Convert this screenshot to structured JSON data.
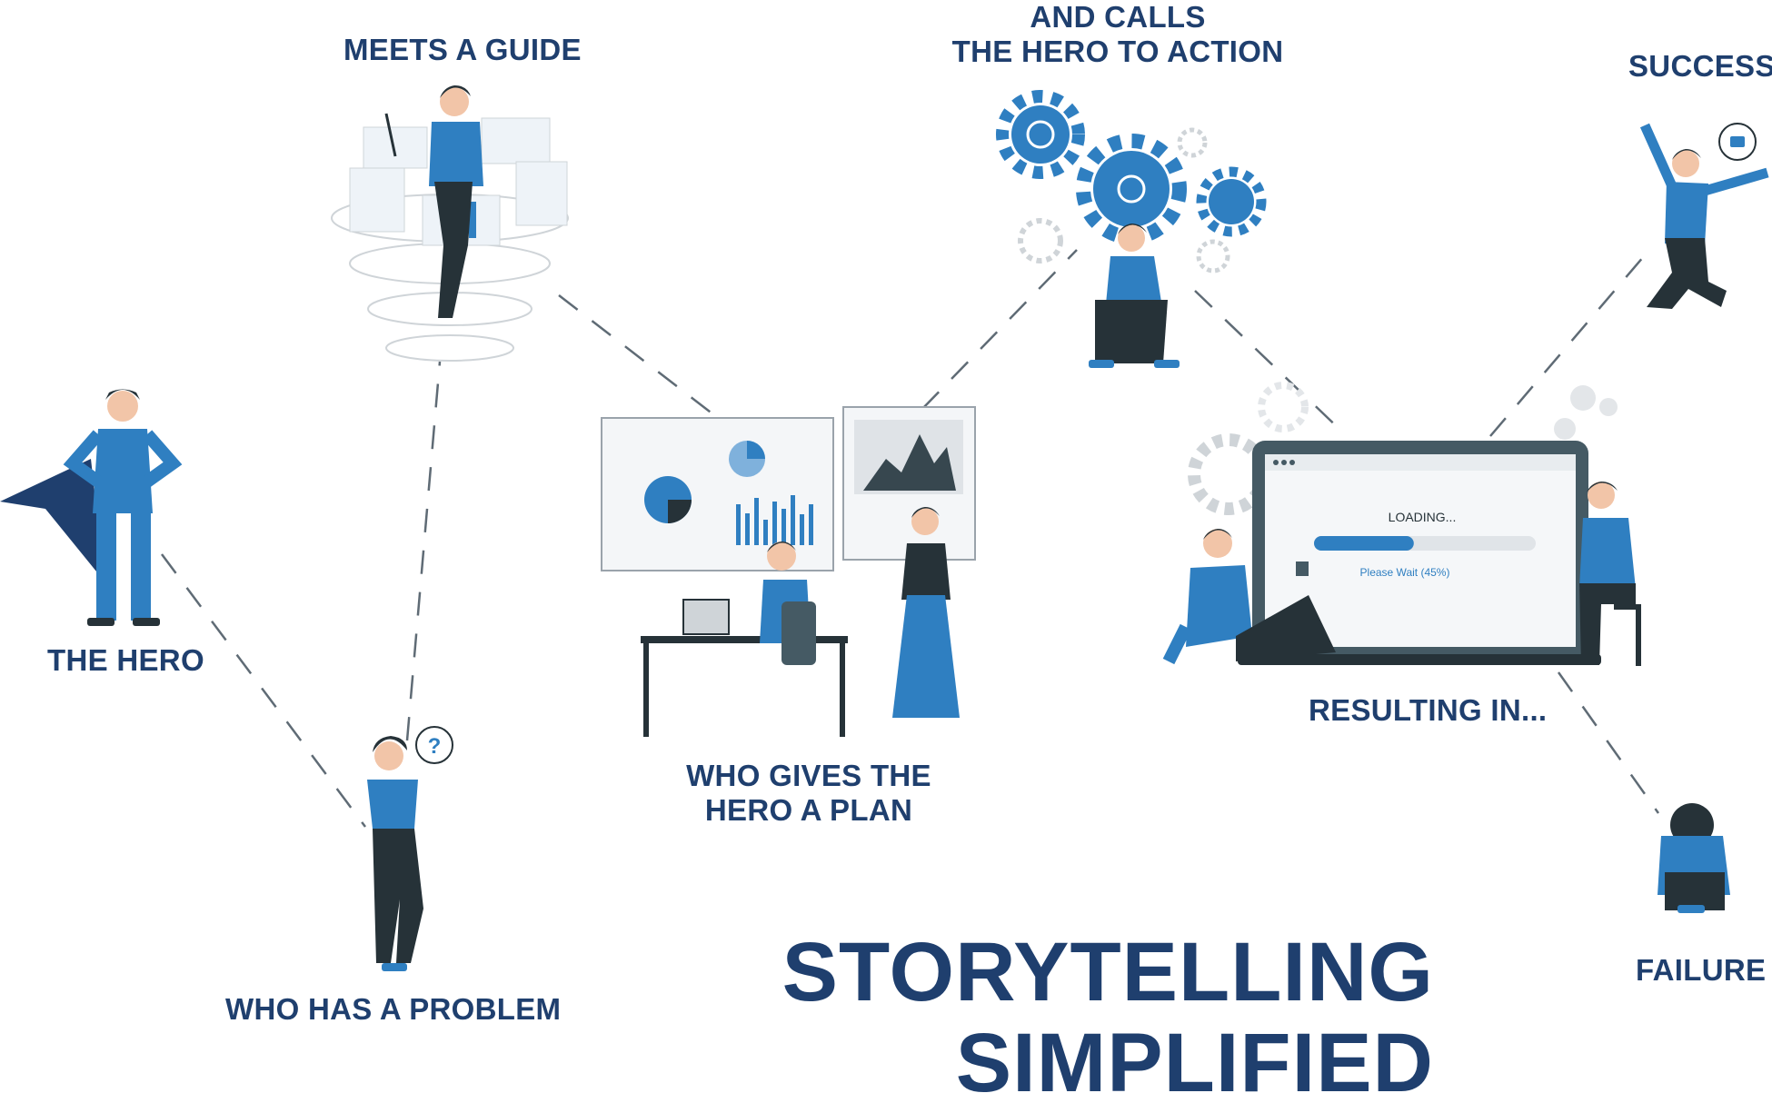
{
  "colors": {
    "navy": "#1f3f6e",
    "blue": "#2f7fc1",
    "dark": "#263238",
    "gray": "#cfd4d8",
    "panel": "#eef3f8",
    "line": "#5f6b75"
  },
  "labels": {
    "hero": "THE HERO",
    "problem": "WHO HAS A PROBLEM",
    "guide": "MEETS A GUIDE",
    "plan_1": "WHO GIVES THE",
    "plan_2": "HERO A PLAN",
    "action_1": "AND CALLS",
    "action_2": "THE HERO TO ACTION",
    "resulting": "RESULTING IN...",
    "success": "SUCCESS",
    "failure": "FAILURE"
  },
  "title": {
    "line1": "STORYTELLING",
    "line2": "SIMPLIFIED"
  },
  "loading_screen": {
    "heading": "LOADING...",
    "subtext": "Please Wait (45%)",
    "progress_percent": 45
  },
  "bubble_question": "?",
  "icons": {
    "hero": "caped-hero-figure",
    "problem": "thinking-person-figure",
    "guide": "guide-with-dashboards-figure",
    "plan": "team-with-charts-figure",
    "action": "person-with-gears-figure",
    "result": "people-with-loading-laptop-figure",
    "success": "jumping-person-figure",
    "failure": "sad-crouching-person-figure"
  }
}
